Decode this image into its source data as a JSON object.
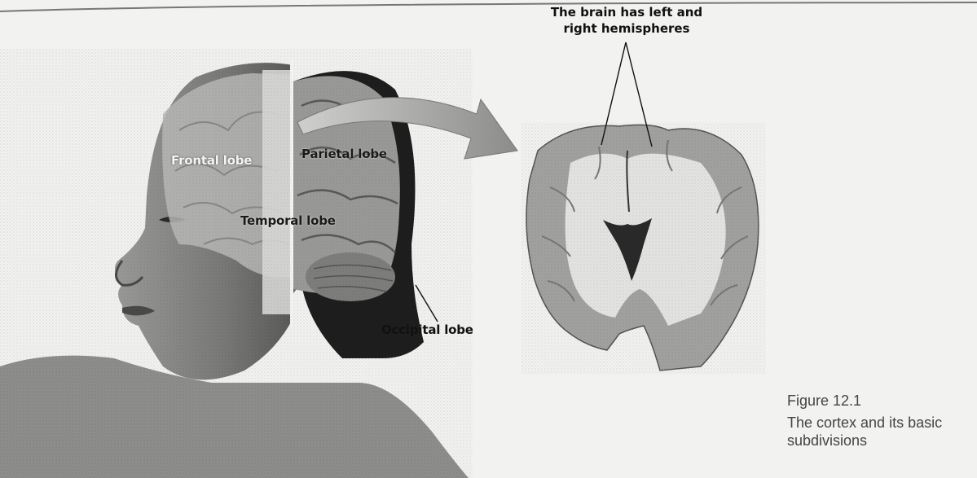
{
  "labels": {
    "hemispheres_line1": "The brain has left and",
    "hemispheres_line2": "right hemispheres",
    "frontal": "Frontal lobe",
    "parietal": "Parietal lobe",
    "temporal": "Temporal lobe",
    "occipital": "Occipital lobe"
  },
  "caption": {
    "number": "Figure 12.1",
    "text": "The cortex and its basic subdivisions"
  },
  "colors": {
    "skin": "#8a8a88",
    "brain": "#b8b8b6",
    "head_dark": "#1e1e1e",
    "section_gray": "#a0a09e",
    "section_white": "#e6e6e4"
  }
}
